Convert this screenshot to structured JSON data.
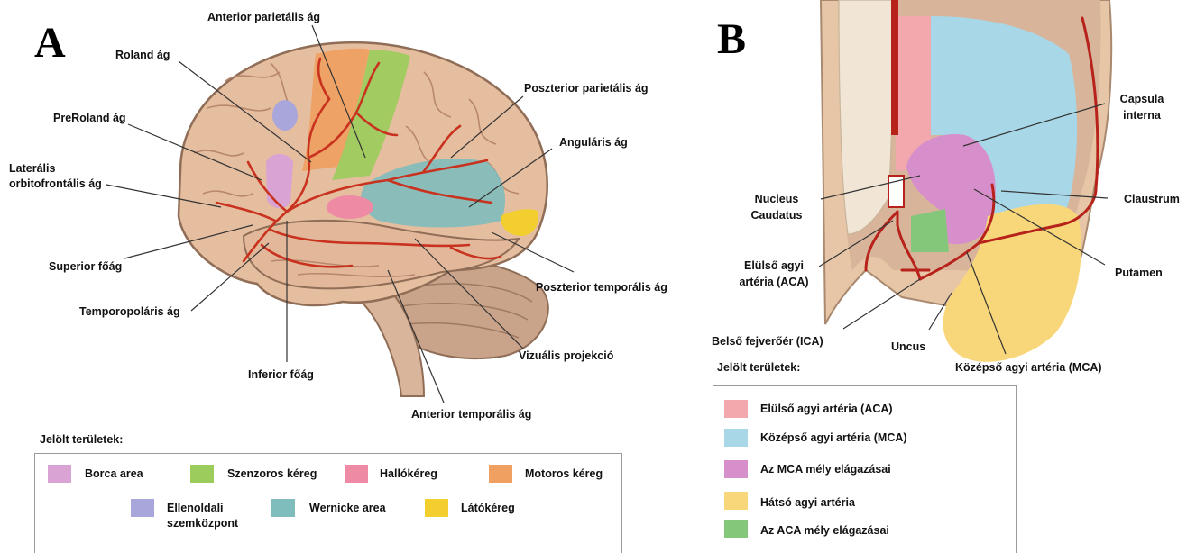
{
  "panel_a": {
    "letter": "A",
    "labels": {
      "anterior_parietalis": "Anterior parietális ág",
      "roland": "Roland ág",
      "poszterior_parietalis": "Poszterior parietális ág",
      "preroland": "PreRoland ág",
      "angularis": "Anguláris ág",
      "lateralis_1": "Laterális",
      "lateralis_2": "orbitofrontális ág",
      "superior": "Superior főág",
      "poszterior_temporalis": "Poszterior temporális ág",
      "temporopolaris": "Temporopoláris ág",
      "vizualis": "Vizuális projekció",
      "inferior": "Inferior főág",
      "anterior_temporalis": "Anterior temporális ág"
    },
    "legend_title": "Jelölt területek:",
    "legend": [
      {
        "label": "Borca area",
        "color": "#d9a3d4"
      },
      {
        "label": "Szenzoros kéreg",
        "color": "#9ccc5c"
      },
      {
        "label": "Hallókéreg",
        "color": "#ee8aa4"
      },
      {
        "label": "Motoros kéreg",
        "color": "#f0a060"
      },
      {
        "label": "Ellenoldali",
        "label2": "szemközpont",
        "color": "#a9a6dc"
      },
      {
        "label": "Wernicke area",
        "color": "#7fbcbc"
      },
      {
        "label": "Látókéreg",
        "color": "#f2cf2e"
      }
    ]
  },
  "panel_b": {
    "letter": "B",
    "labels": {
      "capsula_1": "Capsula",
      "capsula_2": "interna",
      "nucleus_1": "Nucleus",
      "nucleus_2": "Caudatus",
      "claustrum": "Claustrum",
      "elulso_1": "Elülső agyi",
      "elulso_2": "artéria (ACA)",
      "putamen": "Putamen",
      "belso": "Belső fejverőér (ICA)",
      "uncus": "Uncus",
      "kozepso": "Középső agyi artéria (MCA)"
    },
    "legend_title": "Jelölt területek:",
    "legend": [
      {
        "label": "Elülső agyi artéria (ACA)",
        "color": "#f2a8ad"
      },
      {
        "label": "Középső agyi artéria (MCA)",
        "color": "#a8d8e8"
      },
      {
        "label": "Az MCA mély elágazásai",
        "color": "#d68fcb"
      },
      {
        "label": "Hátsó agyi artéria",
        "color": "#f8d77a"
      },
      {
        "label": "Az ACA mély elágazásai",
        "color": "#84c77a"
      }
    ]
  }
}
